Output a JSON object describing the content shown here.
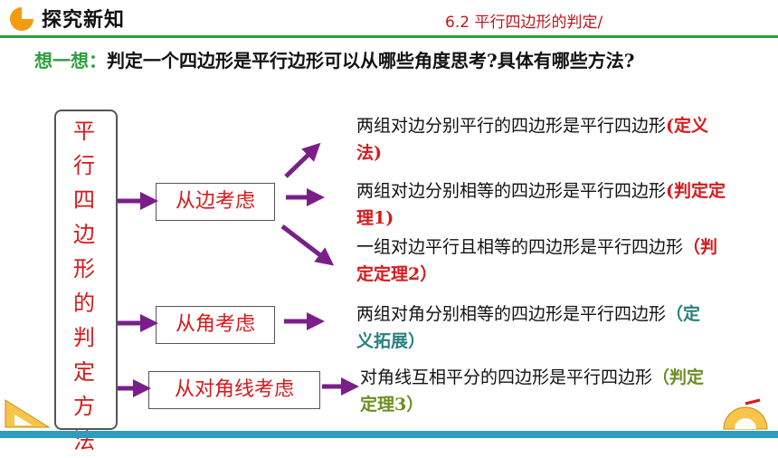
{
  "header": {
    "section_title": "探究新知",
    "lesson_title": "6.2  平行四边形的判定/",
    "accent_color": "#2e9e3c",
    "icon": "pie-chart-icon"
  },
  "question": {
    "label": "想一想：",
    "text": "判定一个四边形是平行边形可以从哪些角度思考?具体有哪些方法?"
  },
  "vertical_label": "平行四边形的判定方法",
  "categories": {
    "side": "从边考虑",
    "angle": "从角考虑",
    "diagonal": "从对角线考虑"
  },
  "methods": [
    {
      "text": "两组对边分别平行的四边形是平行四边形",
      "tag": "(定义法)"
    },
    {
      "text": "两组对边分别相等的四边形是平行四边形",
      "tag": "(判定定理1)"
    },
    {
      "text": "一组对边平行且相等的四边形是平行四边形",
      "tag": "（判定定理2）"
    },
    {
      "text": "两组对角分别相等的四边形是平行四边形",
      "tag": "（定义拓展）"
    },
    {
      "text": "对角线互相平分的四边形是平行四边形",
      "tag": "（判定定理3）"
    }
  ],
  "colors": {
    "arrow": "#7a1f8a",
    "red": "#d7191c",
    "teal": "#2a7f7f",
    "olive": "#6b8e23"
  }
}
